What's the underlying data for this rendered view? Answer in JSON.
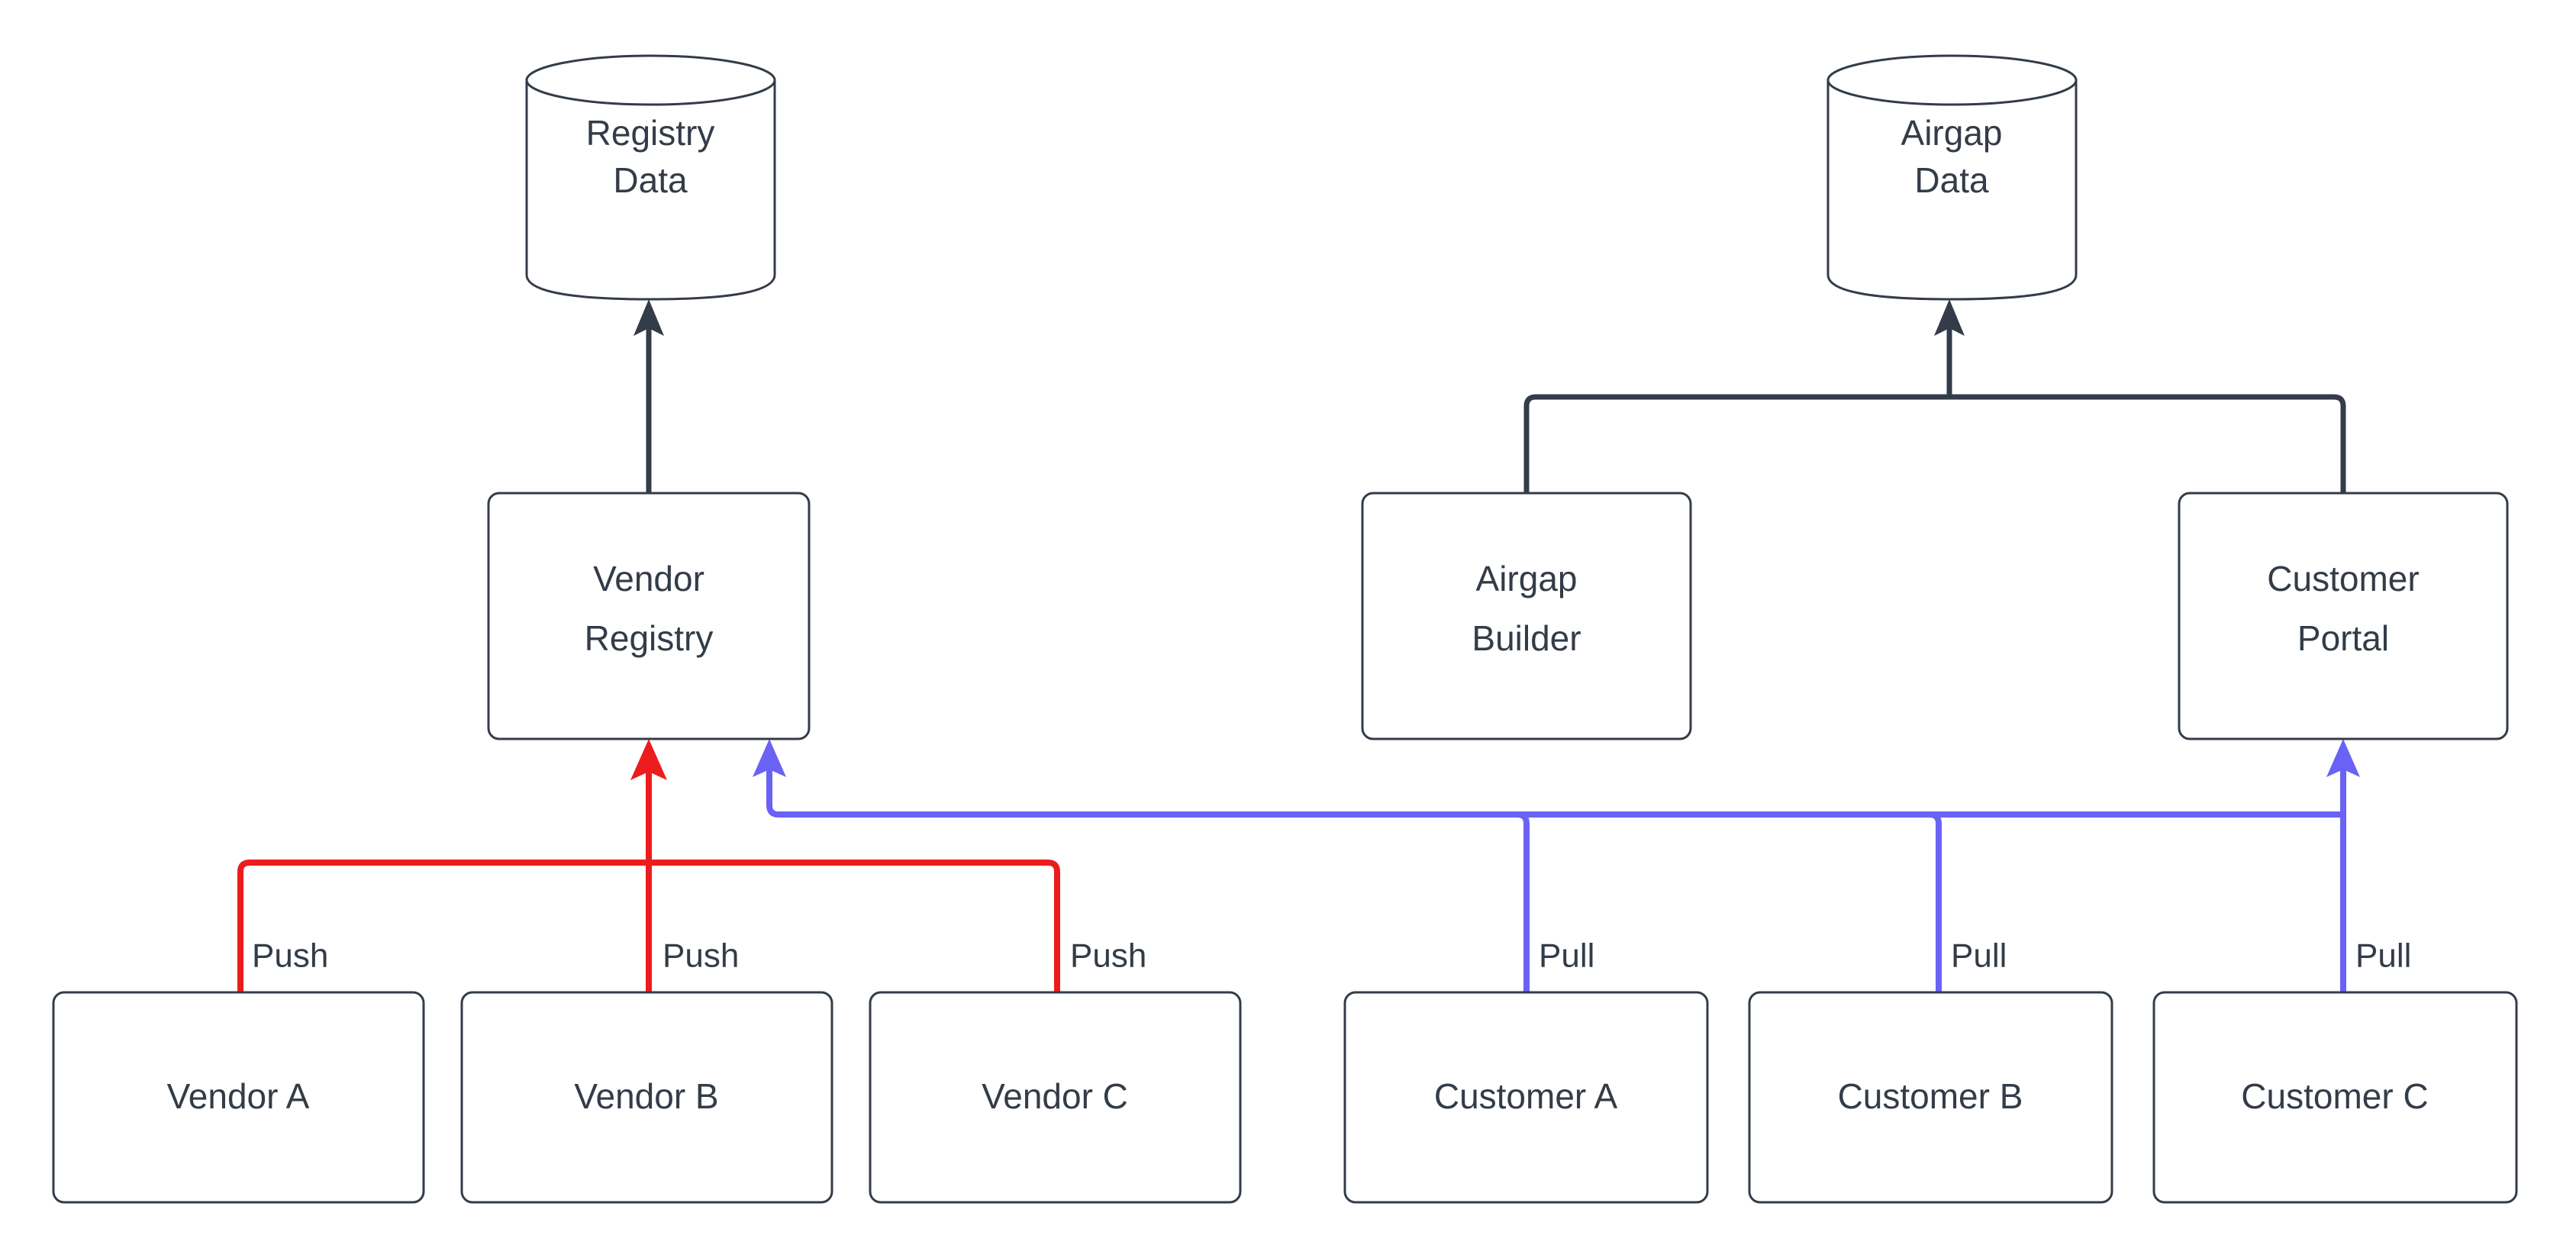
{
  "diagram": {
    "type": "flowchart",
    "direction": "bottom-to-top",
    "background_color": "#ffffff",
    "colors": {
      "node_stroke": "#333c48",
      "node_fill": "#ffffff",
      "text": "#333c48",
      "push_edge": "#ED1C1C",
      "pull_edge": "#6A62F5",
      "default_edge": "#333c48"
    },
    "datastores": [
      {
        "id": "registry-data",
        "shape": "cylinder",
        "line1": "Registry",
        "line2": "Data"
      },
      {
        "id": "airgap-data",
        "shape": "cylinder",
        "line1": "Airgap",
        "line2": "Data"
      }
    ],
    "services": [
      {
        "id": "vendor-registry",
        "shape": "rounded-rect",
        "line1": "Vendor",
        "line2": "Registry"
      },
      {
        "id": "airgap-builder",
        "shape": "rounded-rect",
        "line1": "Airgap",
        "line2": "Builder"
      },
      {
        "id": "customer-portal",
        "shape": "rounded-rect",
        "line1": "Customer",
        "line2": "Portal"
      }
    ],
    "actors": [
      {
        "id": "vendor-a",
        "label": "Vendor A",
        "group": "vendor"
      },
      {
        "id": "vendor-b",
        "label": "Vendor B",
        "group": "vendor"
      },
      {
        "id": "vendor-c",
        "label": "Vendor C",
        "group": "vendor"
      },
      {
        "id": "customer-a",
        "label": "Customer A",
        "group": "customer"
      },
      {
        "id": "customer-b",
        "label": "Customer B",
        "group": "customer"
      },
      {
        "id": "customer-c",
        "label": "Customer C",
        "group": "customer"
      }
    ],
    "edge_labels": {
      "push_a": "Push",
      "push_b": "Push",
      "push_c": "Push",
      "pull_a": "Pull",
      "pull_b": "Pull",
      "pull_c": "Pull"
    },
    "edges": [
      {
        "id": "e-vr-rd",
        "from": "vendor-registry",
        "to": "registry-data",
        "color": "#333c48",
        "label": ""
      },
      {
        "id": "e-ab-ad",
        "from": "airgap-builder",
        "to": "airgap-data",
        "color": "#333c48",
        "label": ""
      },
      {
        "id": "e-cp-ad",
        "from": "customer-portal",
        "to": "airgap-data",
        "color": "#333c48",
        "label": ""
      },
      {
        "id": "e-va-vr",
        "from": "vendor-a",
        "to": "vendor-registry",
        "color": "#ED1C1C",
        "label": "Push"
      },
      {
        "id": "e-vb-vr",
        "from": "vendor-b",
        "to": "vendor-registry",
        "color": "#ED1C1C",
        "label": "Push"
      },
      {
        "id": "e-vc-vr",
        "from": "vendor-c",
        "to": "vendor-registry",
        "color": "#ED1C1C",
        "label": "Push"
      },
      {
        "id": "e-ca-vr",
        "from": "customer-a",
        "to": "vendor-registry",
        "color": "#6A62F5",
        "label": "Pull"
      },
      {
        "id": "e-cb-vr",
        "from": "customer-b",
        "to": "vendor-registry",
        "color": "#6A62F5",
        "label": "Pull"
      },
      {
        "id": "e-cc-cp",
        "from": "customer-c",
        "to": "customer-portal",
        "color": "#6A62F5",
        "label": "Pull"
      }
    ]
  }
}
